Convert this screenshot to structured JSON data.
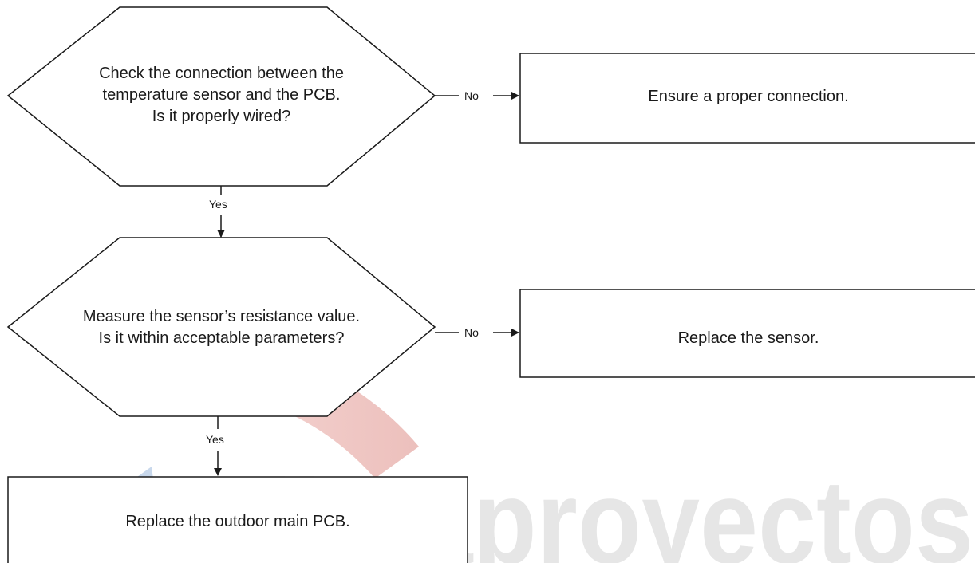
{
  "watermark": {
    "text": "Climaproyectos",
    "colors": {
      "arrow_red": "#d9574c",
      "arrow_blue": "#3e74b8",
      "text_gray": "#9a9a9a"
    }
  },
  "decisions": [
    {
      "id": "check-connection",
      "text": "Check the connection between the\ntemperature sensor and the PCB.\nIs it properly wired?"
    },
    {
      "id": "measure-resistance",
      "text": "Measure the sensor’s resistance value.\nIs it within acceptable parameters?"
    }
  ],
  "actions": [
    {
      "id": "ensure-connection",
      "text": "Ensure a proper connection."
    },
    {
      "id": "replace-sensor",
      "text": "Replace the sensor."
    },
    {
      "id": "replace-pcb",
      "text": "Replace the outdoor main PCB."
    }
  ],
  "labels": {
    "yes": "Yes",
    "no": "No"
  },
  "colors": {
    "line": "#1a1a1a",
    "text": "#1a1a1a",
    "background": "#ffffff"
  }
}
